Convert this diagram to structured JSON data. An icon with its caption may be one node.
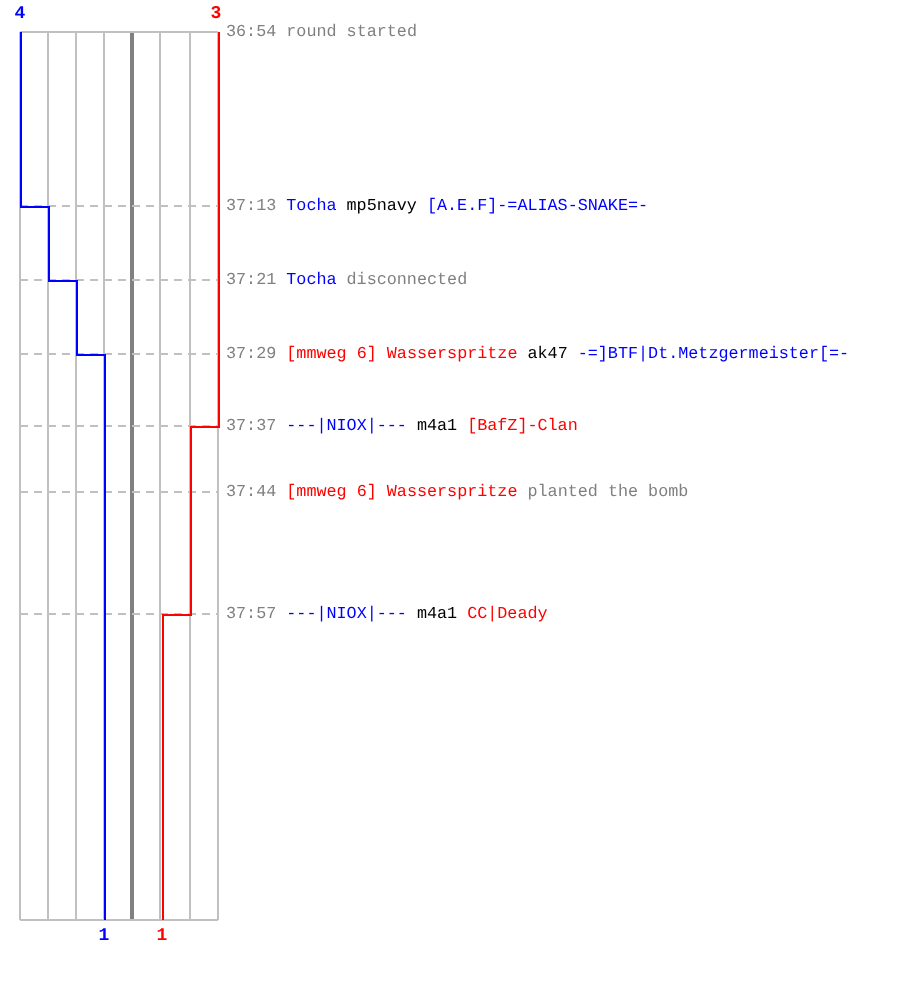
{
  "diagram": {
    "labels": [
      "4",
      "3",
      "36:54",
      "round started",
      "37:13",
      "Tocha",
      "mp5navy",
      "[A.E.F]-=ALIAS-SNAKE=-",
      "37:21",
      "Tocha",
      "disconnected",
      "37:29",
      "[mmweg 6] Wasserspritze",
      "ak47",
      "-=]BTF|Dt.Metzgermeister[=-",
      "37:37",
      "---|NIOX|---",
      "m4a1",
      "[BafZ]-Clan",
      "37:44",
      "[mmweg 6] Wasserspritze",
      "planted the bomb",
      "37:57",
      "---|NIOX|---",
      "m4a1",
      "CC|Deady",
      "1",
      "1"
    ]
  }
}
